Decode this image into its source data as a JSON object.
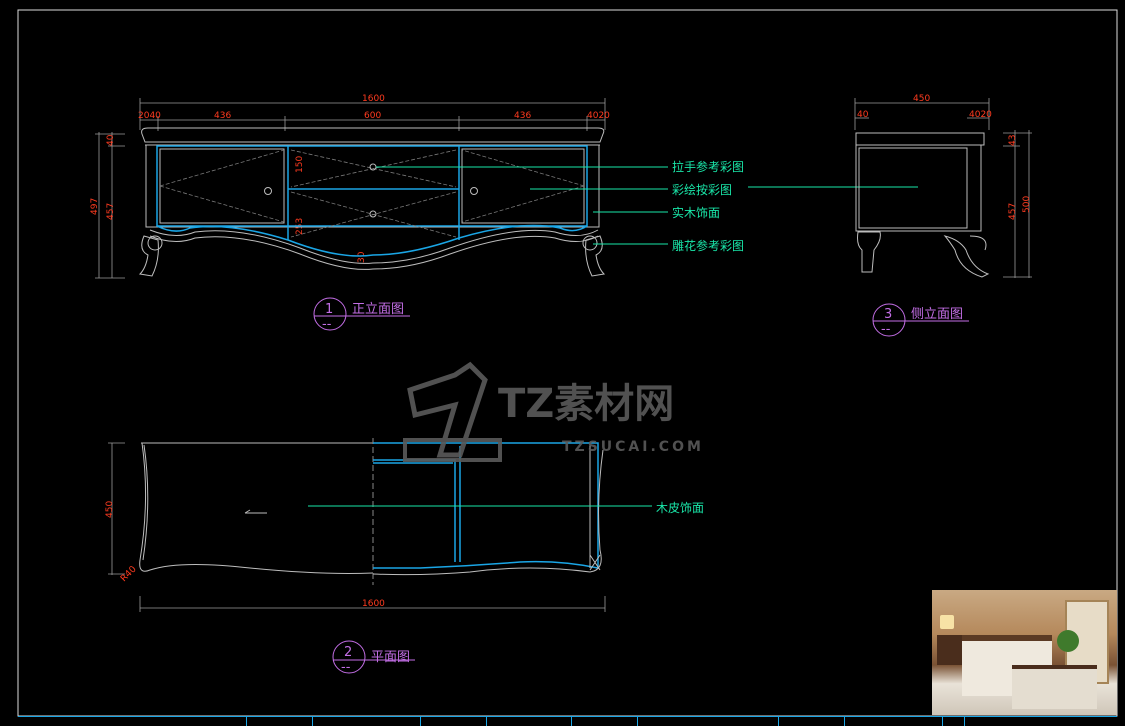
{
  "front_elevation": {
    "title": "正立面图",
    "number": "1",
    "sheet": "--",
    "dims": {
      "total": "1600",
      "left_edge": "2040",
      "left_door": "436",
      "center": "600",
      "right_door": "436",
      "right_edge": "4020",
      "height_total": "497",
      "top": "40",
      "body": "457",
      "drawer": "150",
      "lower": "253",
      "apron": "30"
    },
    "callouts": [
      "拉手参考彩图",
      "彩绘按彩图",
      "实木饰面",
      "雕花参考彩图"
    ]
  },
  "side_elevation": {
    "title": "侧立面图",
    "number": "3",
    "sheet": "--",
    "dims": {
      "total": "450",
      "left": "40",
      "right": "4020",
      "top": "43",
      "body": "457",
      "height": "500"
    }
  },
  "plan": {
    "title": "平面图",
    "number": "2",
    "sheet": "--",
    "dims": {
      "width": "1600",
      "depth": "450",
      "radius": "R40"
    },
    "callout": "木皮饰面"
  },
  "watermark": {
    "brand": "TZ素材网",
    "url": "TZSUCAI.COM"
  },
  "colors": {
    "background": "#000000",
    "dimension": "#ff3b1f",
    "callout": "#19e6a8",
    "title": "#c36ee6",
    "frame": "#1aa6e6"
  }
}
